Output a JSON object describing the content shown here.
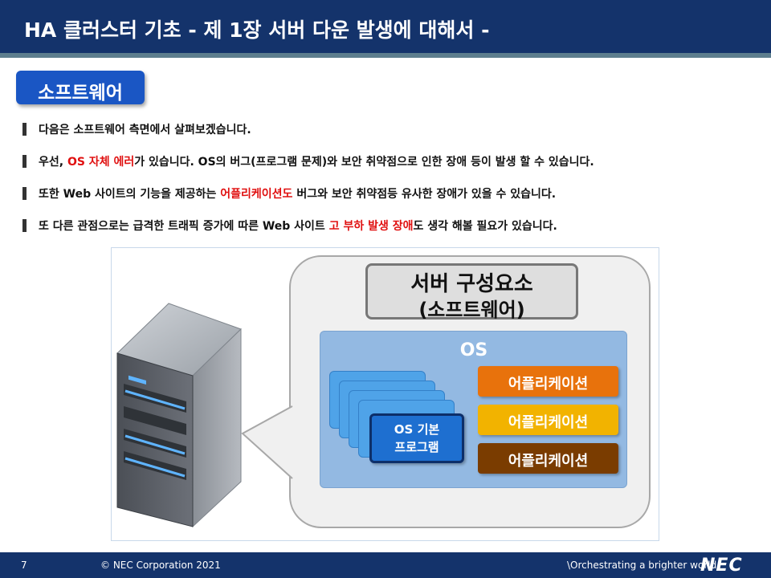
{
  "slide": {
    "title": "HA 클러스터 기초   - 제 1장 서버 다운 발생에 대해서 -",
    "section": "소프트웨어"
  },
  "bullets": [
    {
      "parts": [
        {
          "text": "다음은 소프트웨어 측면에서 살펴보겠습니다."
        }
      ]
    },
    {
      "parts": [
        {
          "text": "우선, "
        },
        {
          "text": "OS 자체 에러",
          "highlight": true
        },
        {
          "text": "가 있습니다. OS의 버그(프로그램 문제)와 보안 취약점으로 인한 장애 등이 발생 할 수 있습니다."
        }
      ]
    },
    {
      "parts": [
        {
          "text": "또한 Web 사이트의 기능을 제공하는 "
        },
        {
          "text": "어플리케이션도",
          "highlight": true
        },
        {
          "text": " 버그와 보안 취약점등 유사한 장애가 있을 수 있습니다."
        }
      ]
    },
    {
      "parts": [
        {
          "text": "또 다른 관점으로는 급격한 트래픽 증가에 따른 Web 사이트 "
        },
        {
          "text": "고 부하 발생 장애",
          "highlight": true
        },
        {
          "text": "도 생각 해볼 필요가 있습니다."
        }
      ]
    }
  ],
  "diagram": {
    "bubble_title_line1": "서버 구성요소",
    "bubble_title_line2": "(소프트웨어)",
    "os_label": "OS",
    "base_program_line1": "OS 기본",
    "base_program_line2": "프로그램",
    "apps": [
      {
        "label": "어플리케이션",
        "color": "#e8720c"
      },
      {
        "label": "어플리케이션",
        "color": "#f2b300"
      },
      {
        "label": "어플리케이션",
        "color": "#7a3c00"
      }
    ]
  },
  "footer": {
    "page_number": "7",
    "copyright": "© NEC Corporation 2021",
    "tagline": "\\Orchestrating a brighter world",
    "logo": "NEC"
  },
  "colors": {
    "title_bar": "#14336b",
    "section_badge": "#1a56c4",
    "highlight": "#e01010",
    "os_panel": "#93b9e2",
    "base_program": "#1e6fd0"
  }
}
